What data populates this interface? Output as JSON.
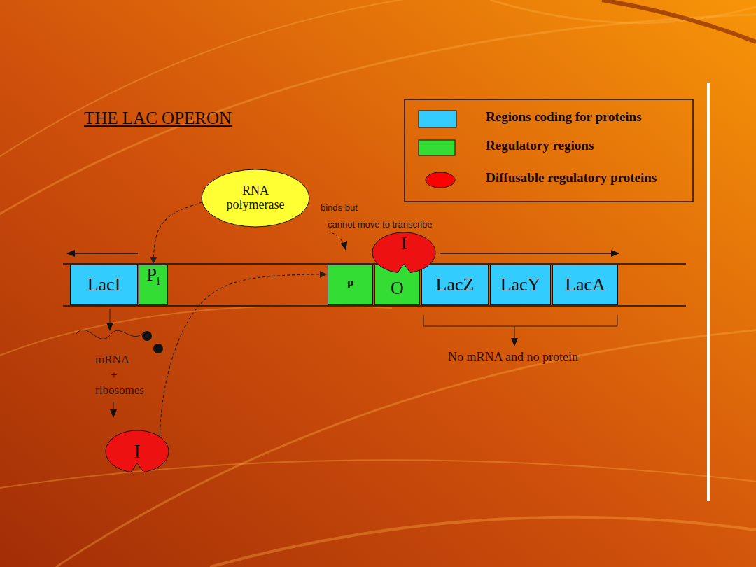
{
  "diagram": {
    "title": "THE LAC OPERON",
    "nodes": [
      {
        "text": [
          "RNA polymerase"
        ]
      },
      {
        "text": [
          "I"
        ]
      },
      {
        "text": [
          "LacI"
        ]
      },
      {
        "text": [
          "P",
          "i"
        ]
      },
      {
        "text": [
          "P"
        ]
      },
      {
        "text": [
          "O"
        ]
      },
      {
        "text": [
          "LacZ"
        ]
      },
      {
        "text": [
          "LacY"
        ]
      },
      {
        "text": [
          "LacA"
        ]
      },
      {
        "text": [
          "I"
        ]
      }
    ],
    "edges": [
      {
        "from": 0,
        "to": 3,
        "arrow": "to"
      },
      {
        "from": 9,
        "to": 4,
        "arrow": "to"
      }
    ],
    "labels": [
      "binds but",
      "cannot move to transcribe",
      "mRNA",
      "+",
      "ribosomes",
      "No mRNA and no protein"
    ],
    "legend": [
      {
        "text": "Regions coding for proteins",
        "color": "#33ccff"
      },
      {
        "text": "Regulatory regions",
        "color": "#33dd33"
      },
      {
        "text": "Diffusable regulatory proteins",
        "color": "#ff0000"
      }
    ]
  }
}
